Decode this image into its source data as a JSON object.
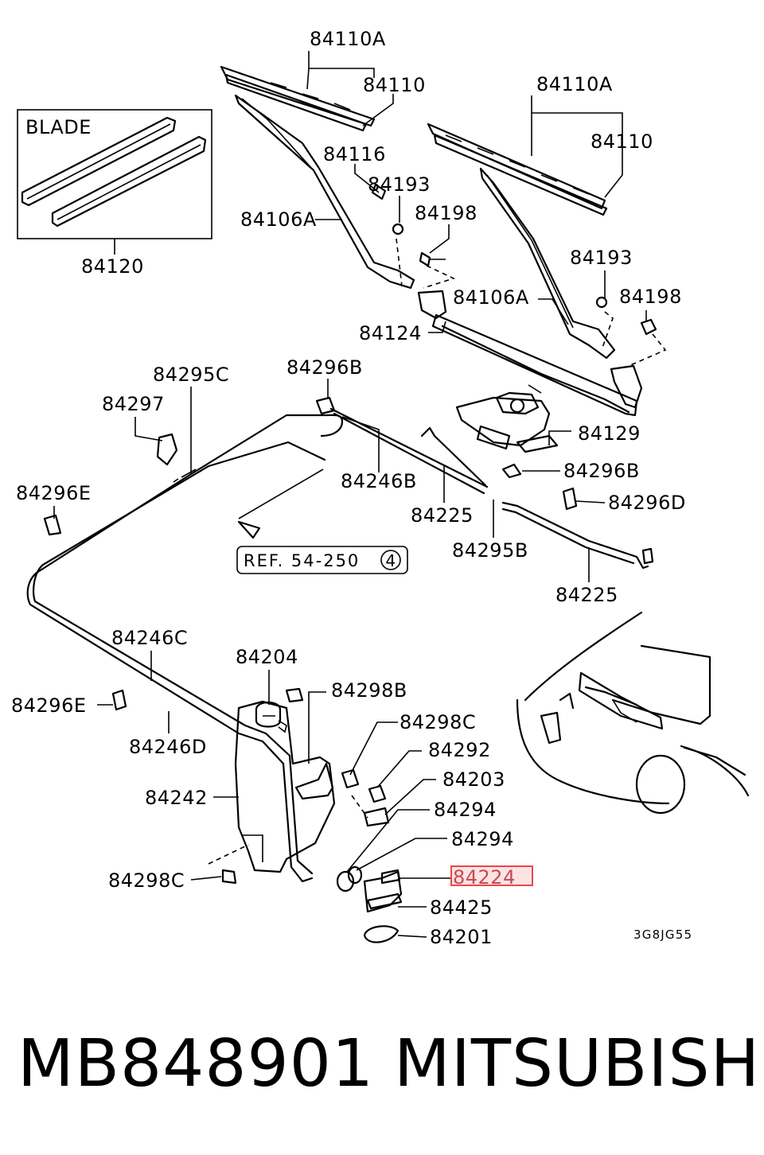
{
  "diagram": {
    "blade_inset_label": "BLADE",
    "reference": "REF. 54-250",
    "reference_circle": "4",
    "drawing_code": "3G8JG55",
    "highlight_color": "#e8474d",
    "labels": {
      "p84110A_left": "84110A",
      "p84110_left": "84110",
      "p84110A_right": "84110A",
      "p84110_right": "84110",
      "p84116": "84116",
      "p84193_left": "84193",
      "p84198_left": "84198",
      "p84106A_left": "84106A",
      "p84120": "84120",
      "p84193_right": "84193",
      "p84198_right": "84198",
      "p84106A_right": "84106A",
      "p84124": "84124",
      "p84295C": "84295C",
      "p84296B_top": "84296B",
      "p84297": "84297",
      "p84129": "84129",
      "p84296B_mid": "84296B",
      "p84296E_top": "84296E",
      "p84246B": "84246B",
      "p84296D": "84296D",
      "p84225_top": "84225",
      "p84295B": "84295B",
      "p84225_bottom": "84225",
      "p84246C": "84246C",
      "p84204": "84204",
      "p84298B": "84298B",
      "p84296E_bottom": "84296E",
      "p84298C_top": "84298C",
      "p84246D": "84246D",
      "p84292": "84292",
      "p84203": "84203",
      "p84242": "84242",
      "p84294_top": "84294",
      "p84294_bottom": "84294",
      "p84298C_bottom": "84298C",
      "p84224": "84224",
      "p84425": "84425",
      "p84201": "84201"
    }
  },
  "footer": {
    "part_number": "MB848901",
    "brand": "MITSUBISHI"
  }
}
